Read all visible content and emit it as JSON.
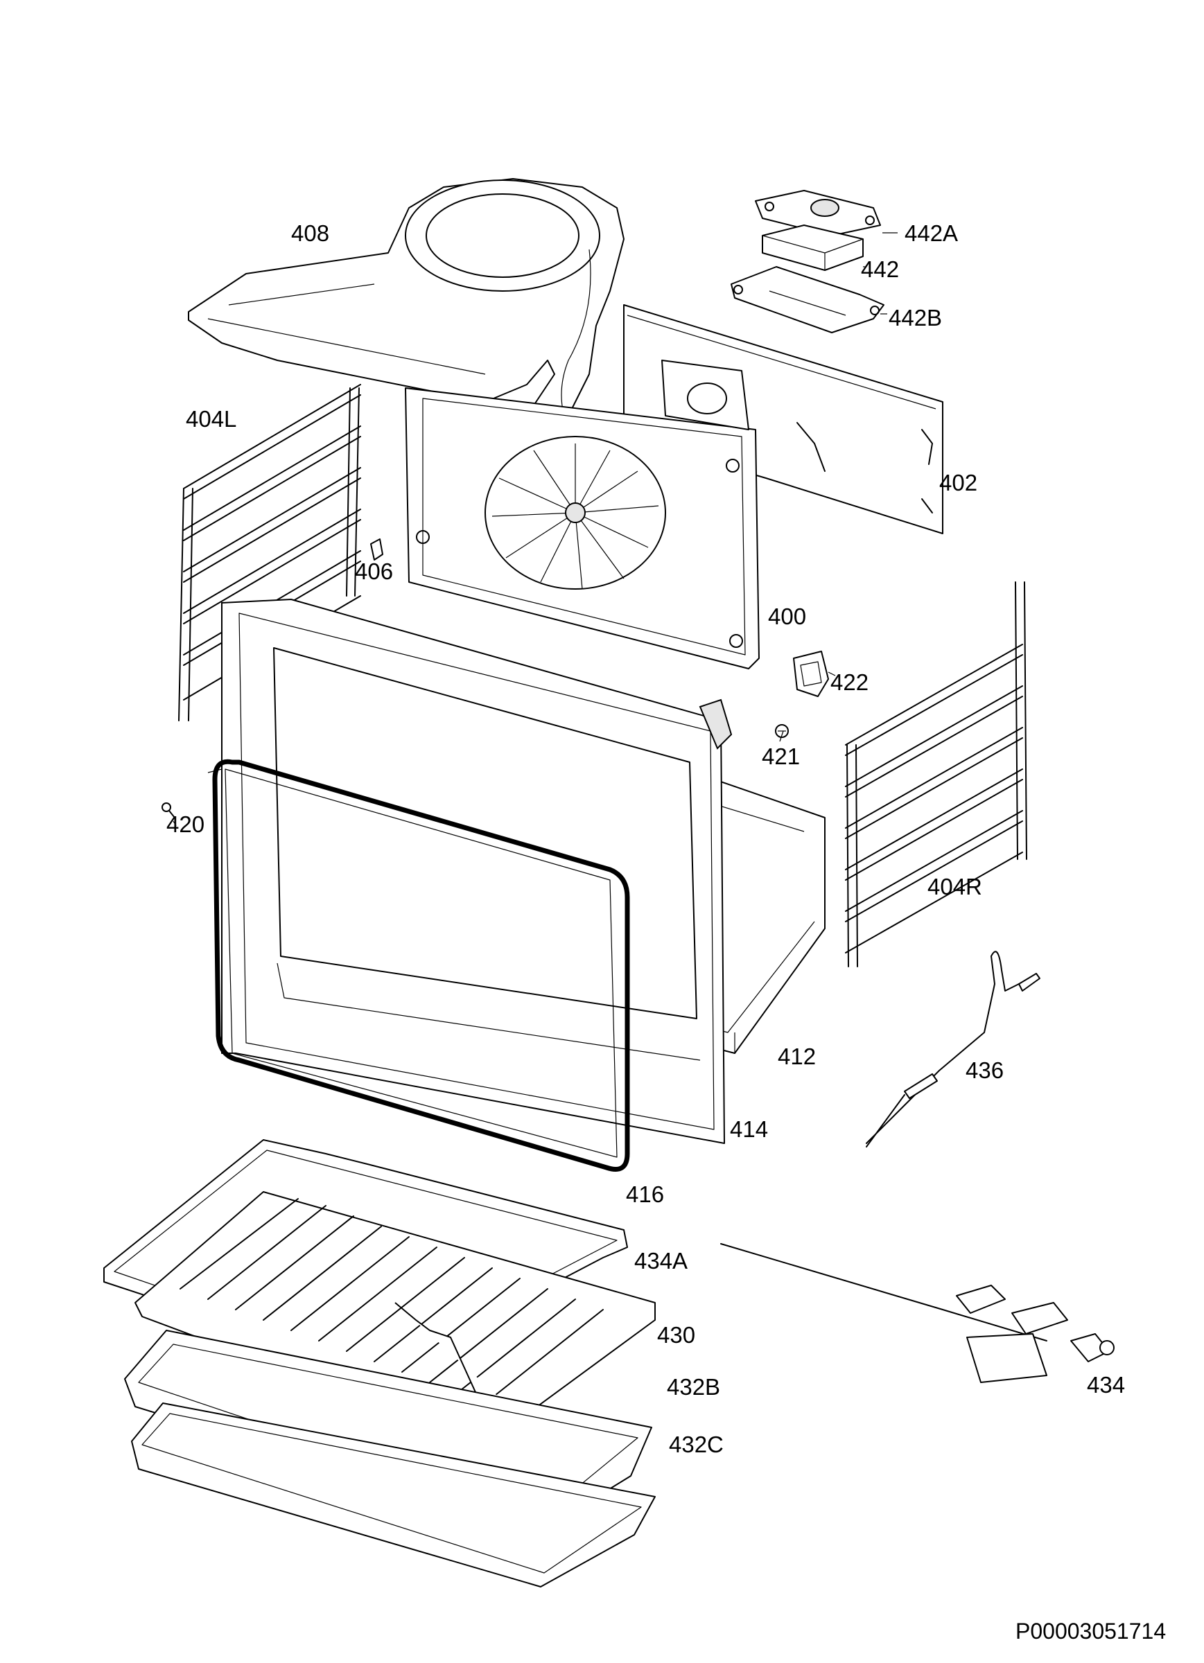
{
  "labels": {
    "p408": "408",
    "p442A": "442A",
    "p442": "442",
    "p442B": "442B",
    "p404L": "404L",
    "p402": "402",
    "p406": "406",
    "p400": "400",
    "p422": "422",
    "p421": "421",
    "p420": "420",
    "p404R": "404R",
    "p436": "436",
    "p412": "412",
    "p414": "414",
    "p416": "416",
    "p434A": "434A",
    "p430": "430",
    "p432B": "432B",
    "p432C": "432C",
    "p434": "434"
  },
  "document_code": "P00003051714"
}
